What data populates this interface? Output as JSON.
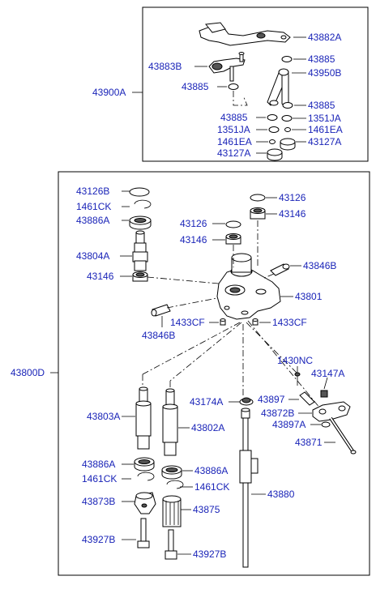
{
  "groups": {
    "upper_assembly": "43900A",
    "main_assembly": "43800D"
  },
  "labels": {
    "l43882A": "43882A",
    "l43885a": "43885",
    "l43883B": "43883B",
    "l43950B": "43950B",
    "l43885b": "43885",
    "l43885c": "43885",
    "l43885d": "43885",
    "l1351JAa": "1351JA",
    "l1351JAb": "1351JA",
    "l1461EAa": "1461EA",
    "l1461EAb": "1461EA",
    "l43127Aa": "43127A",
    "l43127Ab": "43127A",
    "l43126B": "43126B",
    "l1461CKa": "1461CK",
    "l43886Aa": "43886A",
    "l43804A": "43804A",
    "l43146a": "43146",
    "l43126a": "43126",
    "l43146b": "43146",
    "l43126b": "43126",
    "l43146c": "43146",
    "l43846Ba": "43846B",
    "l43801": "43801",
    "l1433CFa": "1433CF",
    "l1433CFb": "1433CF",
    "l43846Bb": "43846B",
    "l1430NC": "1430NC",
    "l43147A": "43147A",
    "l43174A": "43174A",
    "l43897": "43897",
    "l43803A": "43803A",
    "l43802A": "43802A",
    "l43872B": "43872B",
    "l43897A": "43897A",
    "l43871": "43871",
    "l43886Ab": "43886A",
    "l43886Ac": "43886A",
    "l1461CKb": "1461CK",
    "l1461CKc": "1461CK",
    "l43880": "43880",
    "l43873B": "43873B",
    "l43875": "43875",
    "l43927Ba": "43927B",
    "l43927Bb": "43927B"
  },
  "colors": {
    "label_text": "#1a24b8",
    "line": "#000000"
  }
}
